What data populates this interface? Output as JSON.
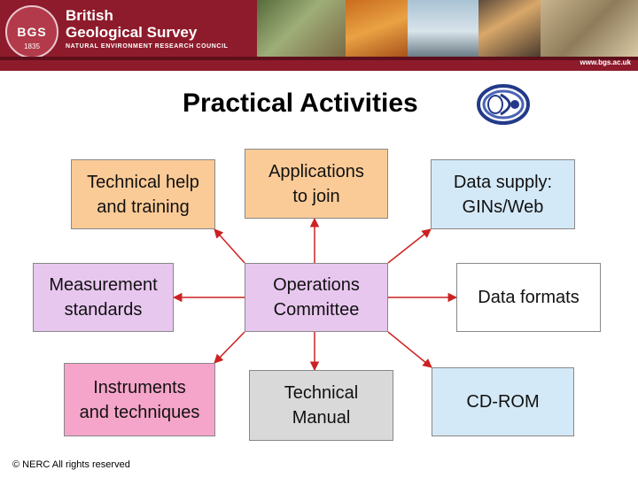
{
  "header": {
    "org_line1": "British",
    "org_line2": "Geological Survey",
    "sub": "NATURAL ENVIRONMENT RESEARCH COUNCIL",
    "seal_text": "BGS",
    "seal_year": "1835",
    "web": "www.bgs.ac.uk"
  },
  "title": "Practical Activities",
  "nodes": {
    "technical_help": "Technical help\nand training",
    "applications": "Applications\nto join",
    "data_supply": "Data supply:\nGINs/Web",
    "measurement": "Measurement\nstandards",
    "operations": "Operations\nCommittee",
    "data_formats": "Data formats",
    "instruments": "Instruments\nand techniques",
    "technical_manual": "Technical\nManual",
    "cd_rom": "CD-ROM"
  },
  "colors": {
    "banner": "#8e1b2b",
    "arrow": "#cc2222"
  },
  "footer": "© NERC All rights reserved"
}
